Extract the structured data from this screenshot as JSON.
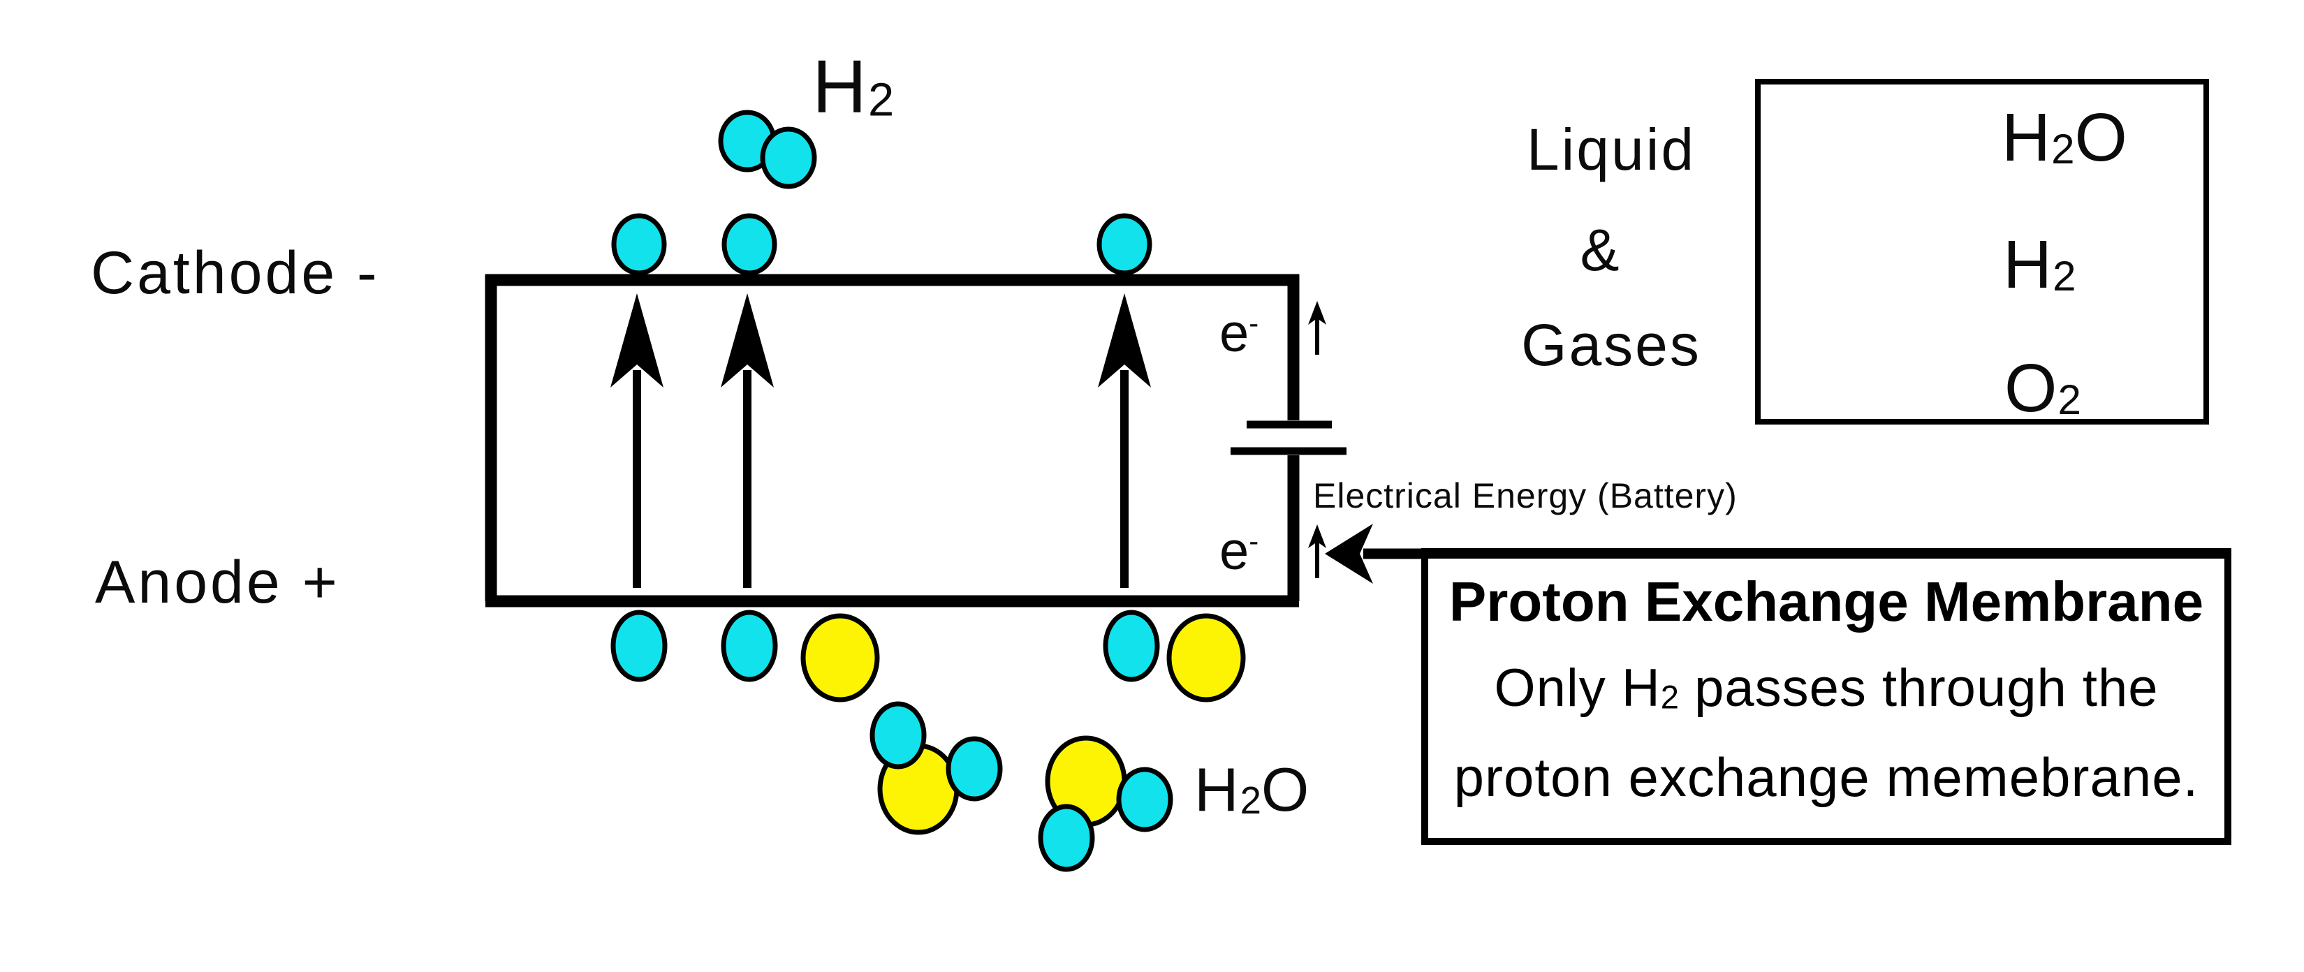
{
  "colors": {
    "hydrogen_atom": "#12e2ec",
    "oxygen_atom": "#fcf402",
    "ink": "#000000",
    "background": "#ffffff"
  },
  "cell": {
    "cathode_label": "Cathode -",
    "anode_label": "Anode +"
  },
  "electron_label": {
    "base": "e",
    "sup": "-"
  },
  "battery_caption": "Electrical Energy (Battery)",
  "h2_gas_label": {
    "base": "H",
    "sub": "2"
  },
  "h2o_feed_label": {
    "h": "H",
    "sub": "2",
    "o": "O"
  },
  "legend": {
    "heading": {
      "line1": "Liquid",
      "line2": "&",
      "line3": "Gases"
    },
    "water": {
      "h": "H",
      "sub": "2",
      "o": "O"
    },
    "hydrogen": {
      "base": "H",
      "sub": "2"
    },
    "oxygen": {
      "base": "O",
      "sub": "2"
    }
  },
  "pem_note": {
    "title": "Proton Exchange Membrane",
    "body_line1": {
      "pre": "Only H",
      "sub": "2",
      "post": " passes through the"
    },
    "body_line2": "proton exchange memebrane."
  }
}
